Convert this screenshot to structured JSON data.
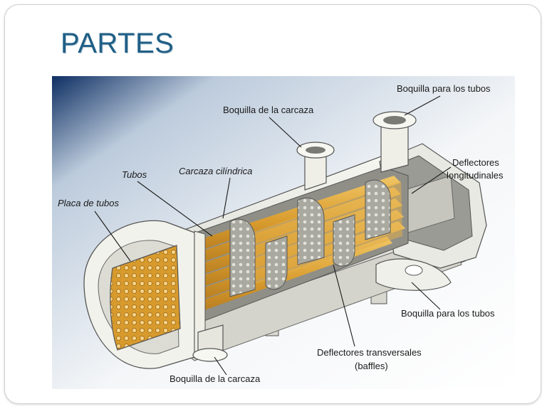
{
  "slide": {
    "title": "PARTES"
  },
  "diagram": {
    "labels": {
      "shell_nozzle_top": "Boquilla de la carcaza",
      "tube_nozzle_top": "Boquilla para los tubos",
      "longitudinal_baffles": [
        "Deflectores",
        "longitudinales"
      ],
      "tubes": "Tubos",
      "cylindrical_shell": "Carcaza cilíndrica",
      "tube_sheet": "Placa de tubos",
      "tube_nozzle_bottom": "Boquilla para los tubos",
      "transverse_baffles": [
        "Deflectores transversales",
        "(baffles)"
      ],
      "shell_nozzle_bottom": "Boquilla de la carcaza"
    },
    "colors": {
      "tubes": "#d9a23a",
      "metal": "#e8e8e2",
      "baffle": "#b0b0a8",
      "background": "#cfd9e6"
    }
  }
}
